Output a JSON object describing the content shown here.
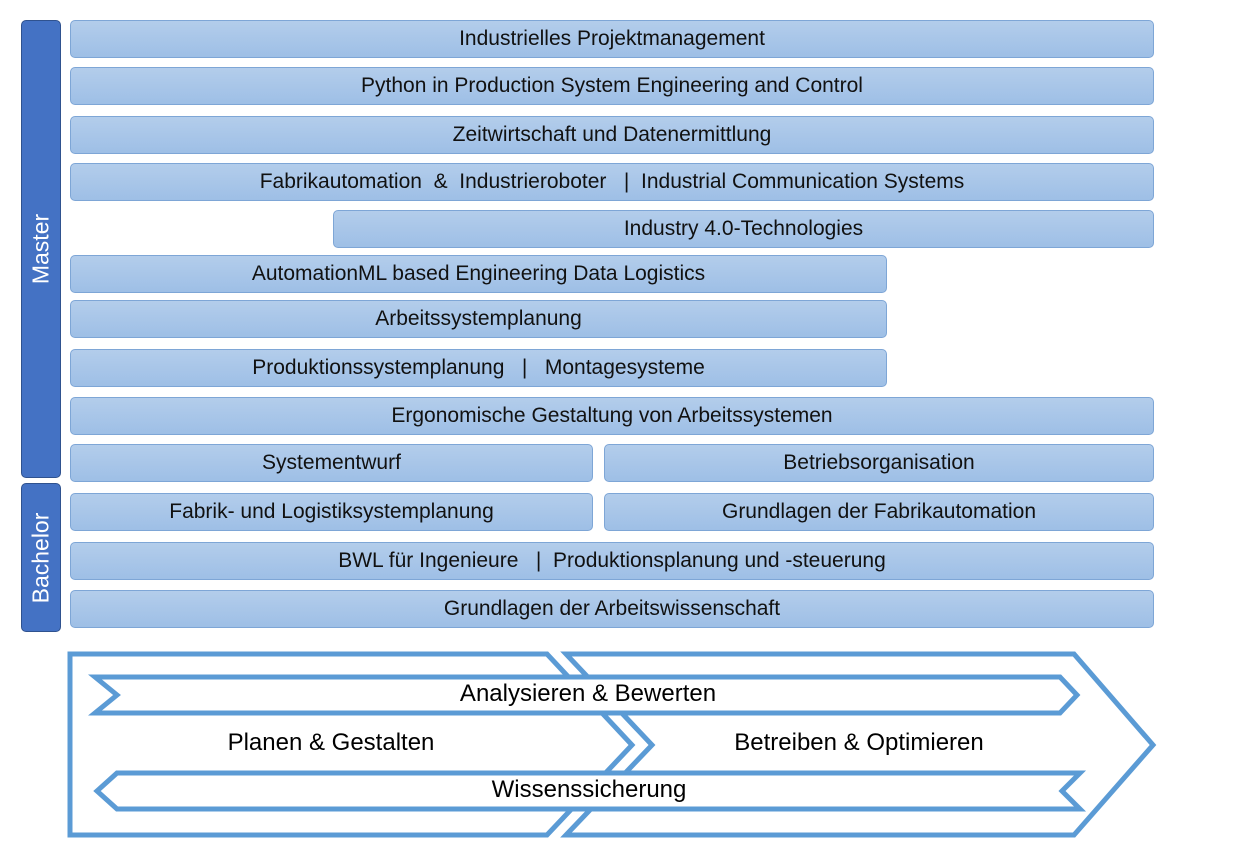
{
  "levels": {
    "master": "Master",
    "bachelor": "Bachelor"
  },
  "courses": [
    "Industrielles Projektmanagement",
    "Python in Production System Engineering and Control",
    "Zeitwirtschaft und Datenermittlung",
    "Fabrikautomation  &  Industrieroboter   |  Industrial Communication Systems",
    "Industry 4.0-Technologies",
    "AutomationML based Engineering Data Logistics",
    "Arbeitssystemplanung",
    "Produktionssystemplanung   |   Montagesysteme",
    "Ergonomische Gestaltung von Arbeitssystemen",
    "Systementwurf",
    "Betriebsorganisation",
    "Fabrik- und Logistiksystemplanung",
    "Grundlagen der Fabrikautomation",
    "BWL für Ingenieure   |  Produktionsplanung und -steuerung",
    "Grundlagen der Arbeitswissenschaft"
  ],
  "process": {
    "analyze": "Analysieren & Bewerten",
    "plan": "Planen & Gestalten",
    "operate": "Betreiben & Optimieren",
    "knowledge": "Wissenssicherung"
  },
  "colors": {
    "bar": "#a8c6e8",
    "side": "#4472c4",
    "arrow": "#5b9bd5"
  }
}
